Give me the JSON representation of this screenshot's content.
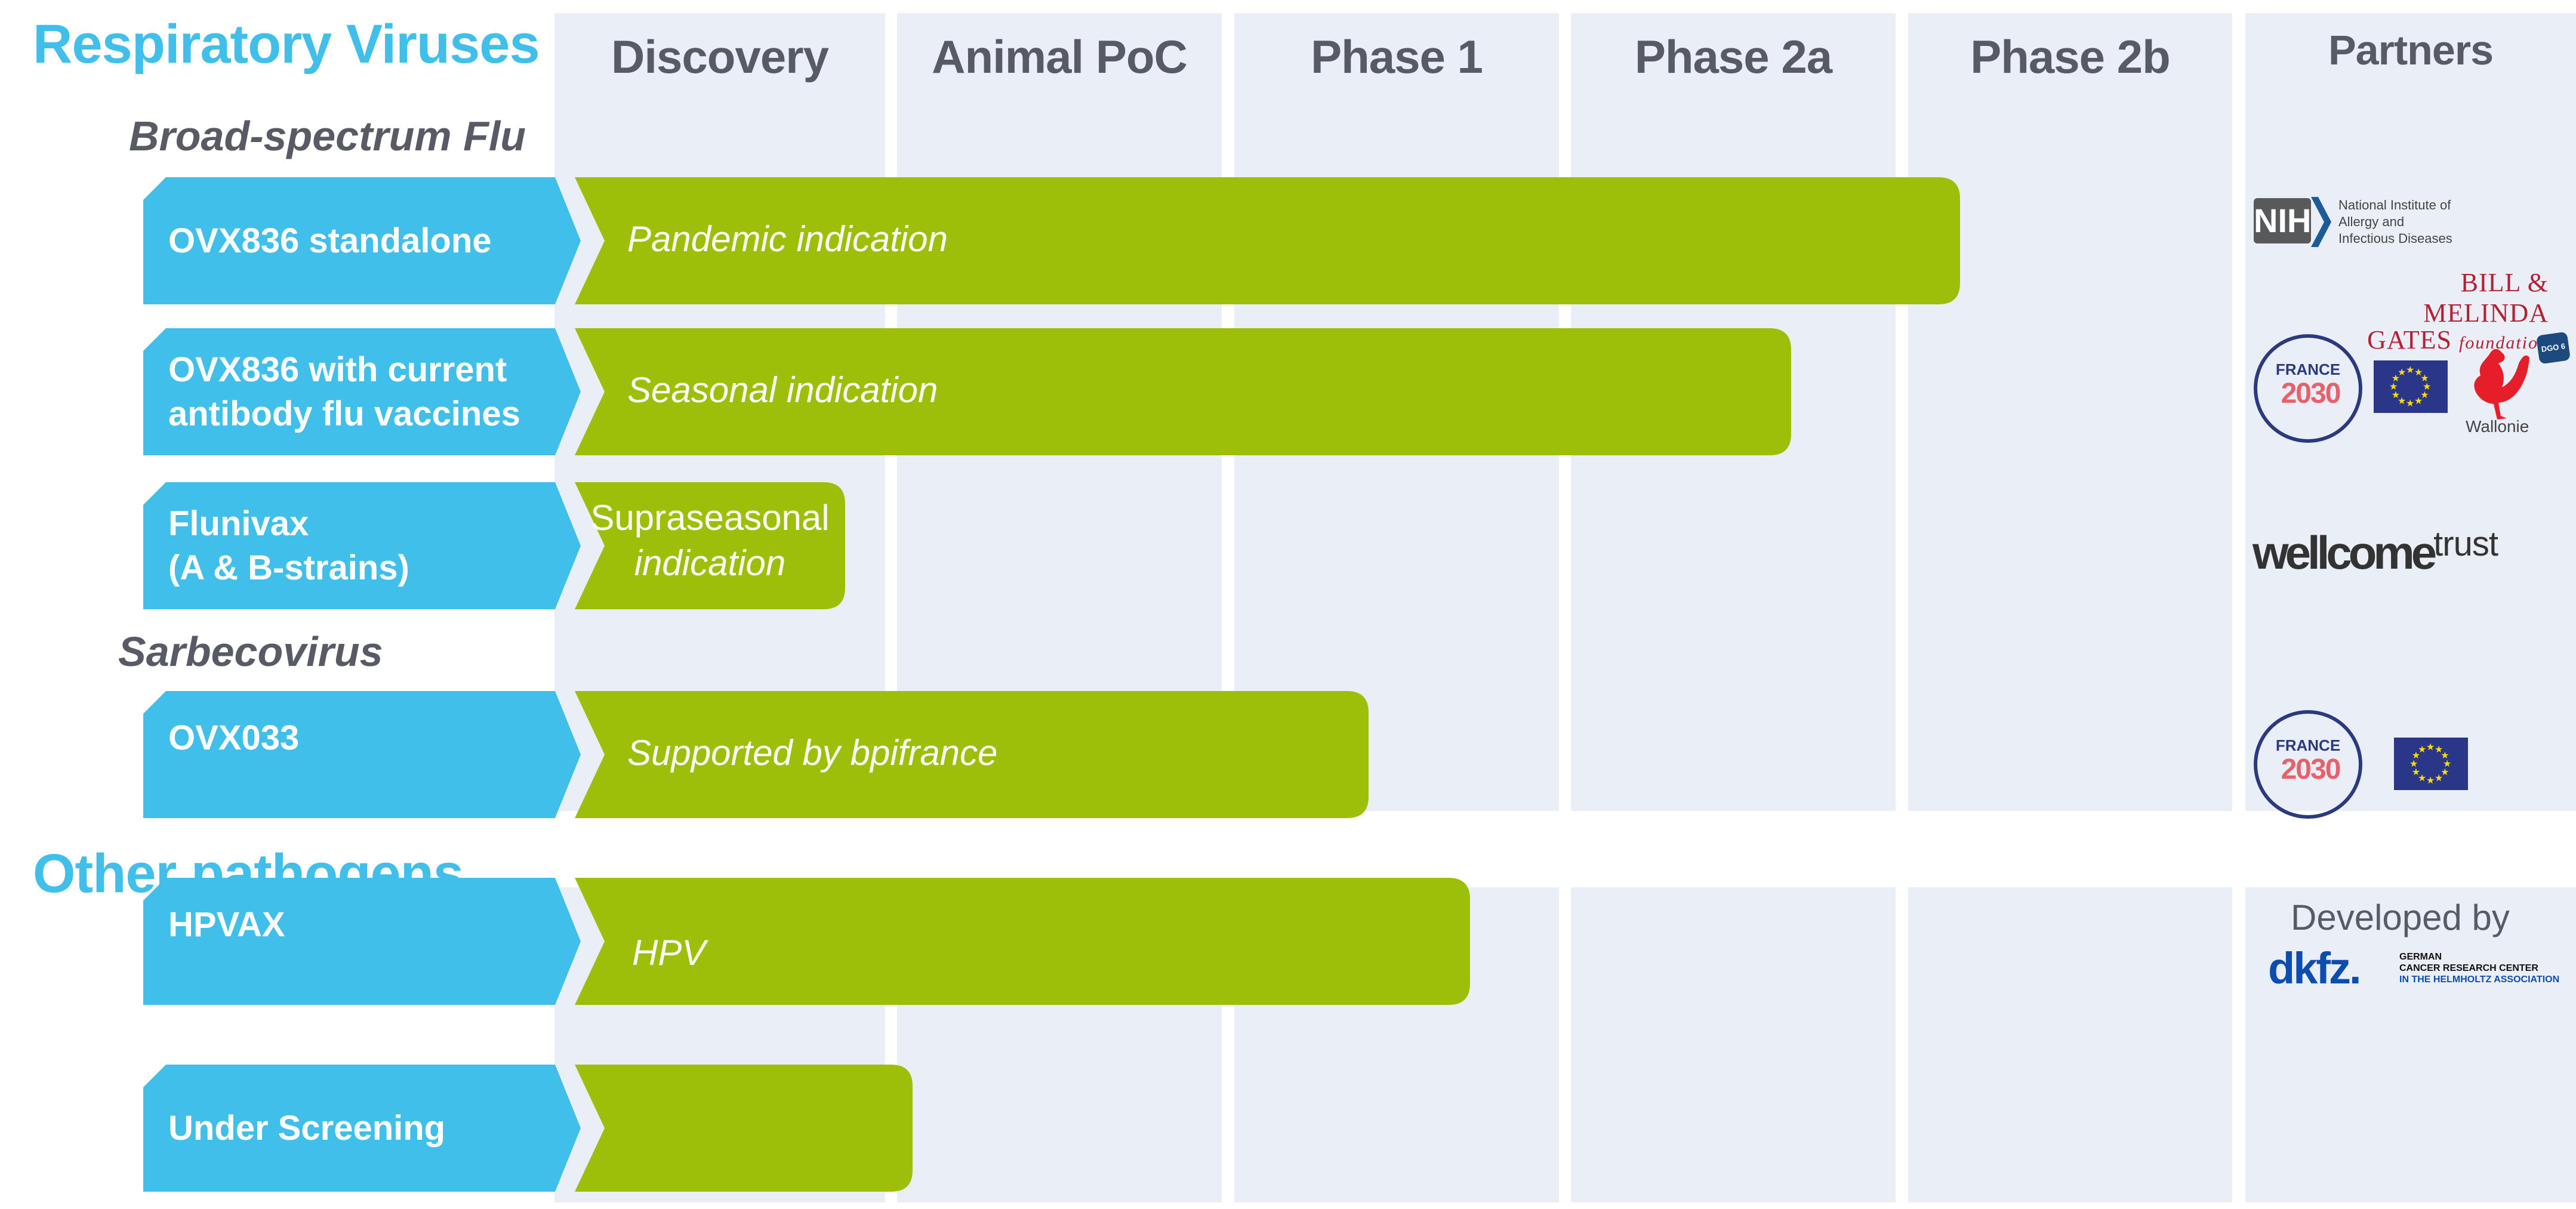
{
  "colors": {
    "accent_blue": "#41bfeb",
    "bar_green": "#9dbf0a",
    "column_bg": "#eaeef6",
    "heading_gray": "#585b66"
  },
  "sections": [
    {
      "title": "Respiratory Viruses"
    },
    {
      "title": "Other pathogens"
    }
  ],
  "columns": [
    "Discovery",
    "Animal PoC",
    "Phase 1",
    "Phase 2a",
    "Phase 2b",
    "Partners"
  ],
  "groups": [
    {
      "title": "Broad-spectrum Flu"
    },
    {
      "title": "Sarbecovirus"
    }
  ],
  "chart_data": {
    "type": "table",
    "title": "Pipeline",
    "stages": [
      "Discovery",
      "Animal PoC",
      "Phase 1",
      "Phase 2a",
      "Phase 2b"
    ],
    "programs": [
      {
        "section": "Respiratory Viruses",
        "group": "Broad-spectrum Flu",
        "name": "OVX836 standalone",
        "indication": "Pandemic indication",
        "progress_stage": "Phase 2b",
        "progress_stages": 4.1,
        "partners": [
          "NIH National Institute of Allergy and Infectious Diseases",
          "Bill & Melinda Gates foundation"
        ]
      },
      {
        "section": "Respiratory Viruses",
        "group": "Broad-spectrum Flu",
        "name": "OVX836 with current antibody flu vaccines",
        "indication": "Seasonal indication",
        "progress_stage": "Phase 2a",
        "progress_stages": 3.6,
        "partners": [
          "France 2030",
          "European Union",
          "Wallonie DGO 6"
        ]
      },
      {
        "section": "Respiratory Viruses",
        "group": "Broad-spectrum Flu",
        "name": "Flunivax (A & B-strains)",
        "indication": "Supraseasonal indication",
        "progress_stage": "Discovery",
        "progress_stages": 0.8,
        "partners": [
          "wellcome trust"
        ]
      },
      {
        "section": "Respiratory Viruses",
        "group": "Sarbecovirus",
        "name": "OVX033",
        "indication": "Supported by bpifrance",
        "progress_stage": "Phase 1",
        "progress_stages": 2.35,
        "partners": [
          "France 2030",
          "European Union"
        ]
      },
      {
        "section": "Other pathogens",
        "group": "",
        "name": "HPVAX",
        "indication": "HPV",
        "progress_stage": "Phase 1",
        "progress_stages": 2.65,
        "partners": [
          "Developed by dkfz. German Cancer Research Center in the Helmholtz Association"
        ]
      },
      {
        "section": "Other pathogens",
        "group": "",
        "name": "Under Screening",
        "indication": "",
        "progress_stage": "Discovery",
        "progress_stages": 1.0,
        "partners": []
      }
    ]
  },
  "rows": [
    {
      "label_lines": [
        "OVX836 standalone"
      ],
      "bar_lines": [
        "Pandemic indication"
      ]
    },
    {
      "label_lines": [
        "OVX836 with current",
        "antibody flu vaccines"
      ],
      "bar_lines": [
        "Seasonal indication"
      ]
    },
    {
      "label_lines": [
        "Flunivax",
        "(A & B-strains)"
      ],
      "bar_lines": [
        "Supraseasonal",
        "indication"
      ]
    },
    {
      "label_lines": [
        "OVX033"
      ],
      "bar_lines": [
        "Supported by bpifrance"
      ]
    },
    {
      "label_lines": [
        "HPVAX"
      ],
      "bar_lines": [
        "HPV"
      ]
    },
    {
      "label_lines": [
        "Under Screening"
      ],
      "bar_lines": []
    }
  ],
  "partners": {
    "nih": {
      "abbr": "NIH",
      "text": "National Institute of\nAllergy and\nInfectious Diseases"
    },
    "gates": {
      "line1": "BILL & MELINDA",
      "line2": "GATES",
      "line2b": "foundation"
    },
    "france2030": {
      "top": "FRANCE",
      "year": "2030"
    },
    "eu_flag": {
      "name": "European Union flag"
    },
    "wallonie": {
      "name": "Wallonie",
      "badge": "DGO 6"
    },
    "wellcome": {
      "bold": "wellcome",
      "light": "trust"
    },
    "developed_by": "Developed by",
    "dkfz": {
      "mark": "dkfz.",
      "line1": "GERMAN",
      "line2": "CANCER RESEARCH CENTER",
      "line3": "IN THE HELMHOLTZ ASSOCIATION"
    }
  }
}
